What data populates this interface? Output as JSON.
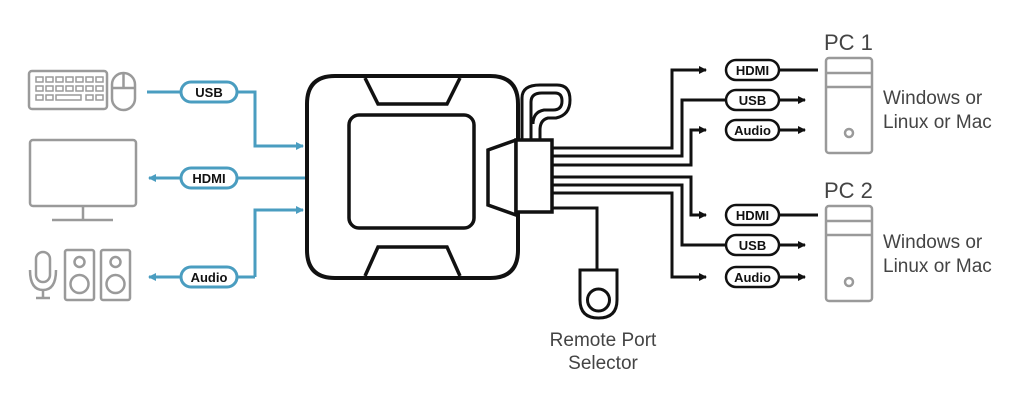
{
  "left_connections": {
    "usb": "USB",
    "hdmi": "HDMI",
    "audio": "Audio"
  },
  "pc1": {
    "title": "PC 1",
    "os_line1": "Windows or",
    "os_line2": "Linux or Mac",
    "hdmi": "HDMI",
    "usb": "USB",
    "audio": "Audio"
  },
  "pc2": {
    "title": "PC 2",
    "os_line1": "Windows or",
    "os_line2": "Linux or Mac",
    "hdmi": "HDMI",
    "usb": "USB",
    "audio": "Audio"
  },
  "remote": {
    "line1": "Remote Port",
    "line2": "Selector"
  },
  "colors": {
    "console_cable": "#4a9dc0",
    "pc_cable": "#111111",
    "device_outline": "#9a9a9a"
  }
}
